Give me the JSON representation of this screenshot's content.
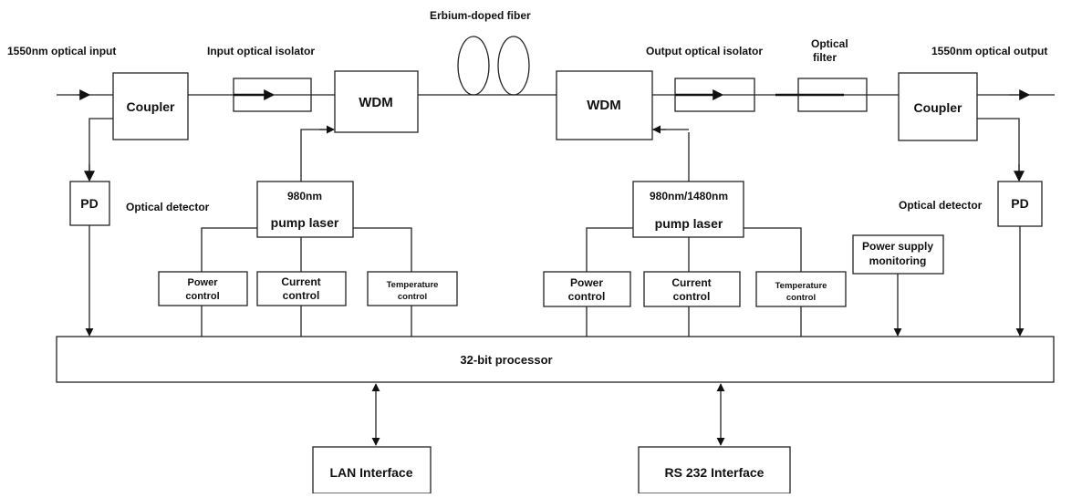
{
  "diagram": {
    "labels": {
      "input": "1550nm  optical  input",
      "input_isolator": "Input optical isolator",
      "erbium_fiber": "Erbium-doped fiber",
      "output_isolator": "Output optical isolator",
      "optical_filter_line1": "Optical",
      "optical_filter_line2": "filter",
      "output": "1550nm  optical  output",
      "optical_detector_left": "Optical detector",
      "optical_detector_right": "Optical detector"
    },
    "blocks": {
      "coupler_left": "Coupler",
      "wdm_left": "WDM",
      "wdm_right": "WDM",
      "coupler_right": "Coupler",
      "pd_left": "PD",
      "pd_right": "PD",
      "pump_left_line1": "980nm",
      "pump_left_line2": "pump laser",
      "pump_right_line1": "980nm/1480nm",
      "pump_right_line2": "pump laser",
      "power_control_left_line1": "Power",
      "power_control_left_line2": "control",
      "current_control_left_line1": "Current",
      "current_control_left_line2": "control",
      "temperature_control_left_line1": "Temperature",
      "temperature_control_left_line2": "control",
      "power_control_right_line1": "Power",
      "power_control_right_line2": "control",
      "current_control_right_line1": "Current",
      "current_control_right_line2": "control",
      "temperature_control_right_line1": "Temperature",
      "temperature_control_right_line2": "control",
      "power_supply_line1": "Power supply",
      "power_supply_line2": "monitoring",
      "processor": "32-bit processor",
      "lan": "LAN Interface",
      "rs232": "RS 232 Interface"
    }
  }
}
